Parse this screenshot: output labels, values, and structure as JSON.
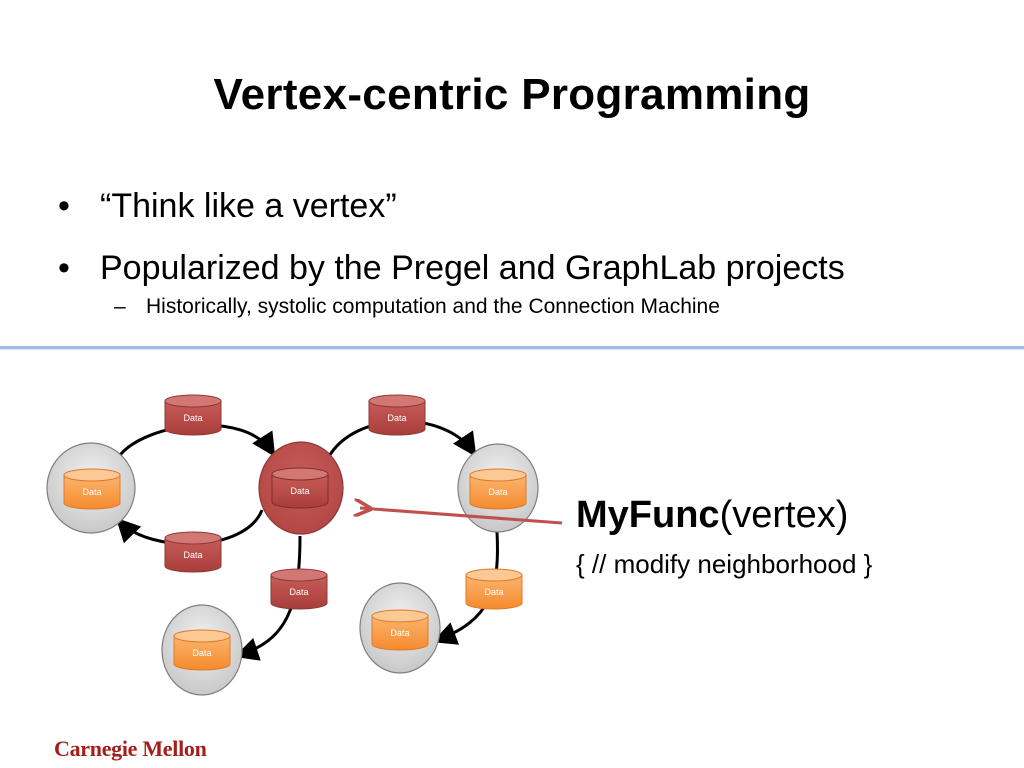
{
  "slide": {
    "title": "Vertex-centric Programming",
    "bullets": [
      {
        "symbol": "•",
        "text": "“Think like a vertex”"
      },
      {
        "symbol": "•",
        "text": "Popularized by the Pregel and GraphLab projects"
      }
    ],
    "subbullet": {
      "symbol": "–",
      "text": "Historically, systolic computation and the Connection Machine"
    }
  },
  "diagram": {
    "data_label": "Data",
    "colors": {
      "edge_data": "#c0504d",
      "vertex_data": "#f79646",
      "center_vertex": "#c0504d",
      "neighbor_vertex": "#d9d9d9",
      "arrow": "#000000",
      "pointer_arrow": "#c0504d"
    }
  },
  "function": {
    "name": "MyFunc",
    "args": "(vertex)",
    "body": "{ // modify neighborhood }"
  },
  "footer": {
    "logo_text": "Carnegie Mellon"
  }
}
